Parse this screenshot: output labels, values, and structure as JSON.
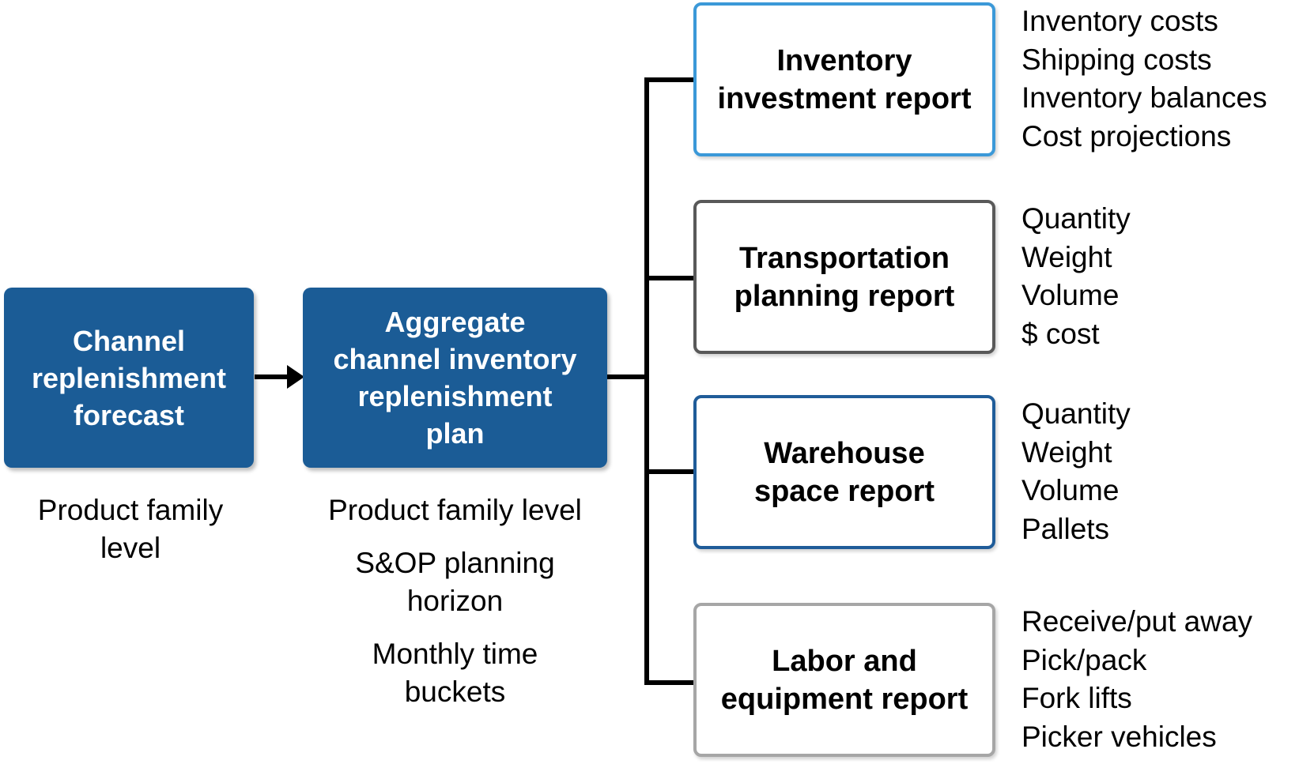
{
  "palette": {
    "primary_blue": "#1B5C96",
    "connector_black": "#000000",
    "inventory_border": "#3B99D8",
    "transportation_border": "#595959",
    "warehouse_border": "#1F5C99",
    "labor_border": "#A6A6A6"
  },
  "flow": {
    "source_box": {
      "label": "Channel\nreplenishment\nforecast",
      "caption": "Product family\nlevel"
    },
    "plan_box": {
      "label": "Aggregate\nchannel inventory\nreplenishment\nplan",
      "captions": [
        "Product family level",
        "S&OP planning\nhorizon",
        "Monthly time\nbuckets"
      ]
    },
    "reports": [
      {
        "label": "Inventory\ninvestment report",
        "border_color": "#3B99D8",
        "items": [
          "Inventory costs",
          "Shipping costs",
          "Inventory balances",
          "Cost projections"
        ]
      },
      {
        "label": "Transportation\nplanning report",
        "border_color": "#595959",
        "items": [
          "Quantity",
          "Weight",
          "Volume",
          "$ cost"
        ]
      },
      {
        "label": "Warehouse\nspace report",
        "border_color": "#1F5C99",
        "items": [
          "Quantity",
          "Weight",
          "Volume",
          "Pallets"
        ]
      },
      {
        "label": "Labor and\nequipment report",
        "border_color": "#A6A6A6",
        "items": [
          "Receive/put away",
          "Pick/pack",
          "Fork lifts",
          "Picker vehicles"
        ]
      }
    ]
  }
}
